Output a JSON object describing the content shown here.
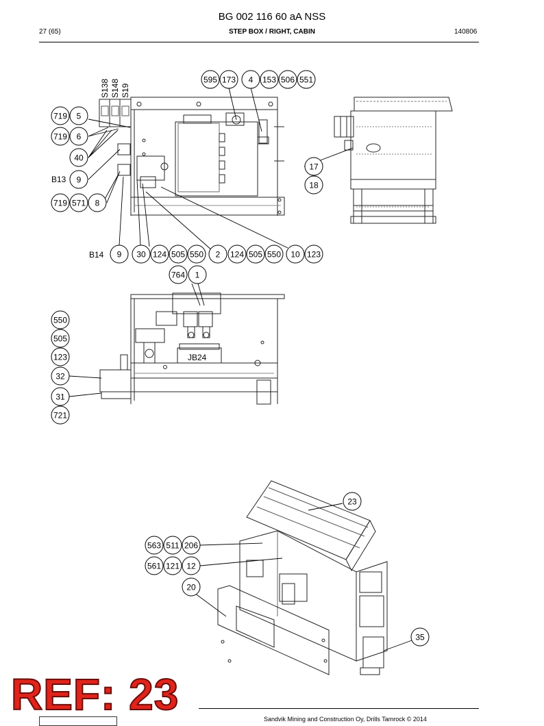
{
  "header": {
    "doc_id": "BG 002 116 60 aA NSS",
    "page": "27 (65)",
    "title": "STEP BOX / RIGHT, CABIN",
    "code": "140806"
  },
  "footer": {
    "copyright": "Sandvik Mining and Construction Oy, Drills Tamrock © 2014"
  },
  "ref_overlay": "REF: 23",
  "labels": {
    "S138": "S138",
    "S148": "S148",
    "S19": "S19",
    "B13": "B13",
    "B14": "B14",
    "JB24": "JB24"
  },
  "callouts": {
    "c595": "595",
    "c173": "173",
    "c4": "4",
    "c153": "153",
    "c506": "506",
    "c551": "551",
    "c719a": "719",
    "c5": "5",
    "c719b": "719",
    "c6": "6",
    "c40": "40",
    "c9a": "9",
    "c719c": "719",
    "c571": "571",
    "c8": "8",
    "c17": "17",
    "c18": "18",
    "c9b": "9",
    "c30": "30",
    "c124a": "124",
    "c505a": "505",
    "c550a": "550",
    "c2": "2",
    "c124b": "124",
    "c505b": "505",
    "c550b": "550",
    "c10": "10",
    "c123a": "123",
    "c764": "764",
    "c1": "1",
    "c550c": "550",
    "c505c": "505",
    "c123b": "123",
    "c32": "32",
    "c31": "31",
    "c721": "721",
    "c23": "23",
    "c563": "563",
    "c511": "511",
    "c206": "206",
    "c561": "561",
    "c121": "121",
    "c12": "12",
    "c20": "20",
    "c35": "35"
  }
}
